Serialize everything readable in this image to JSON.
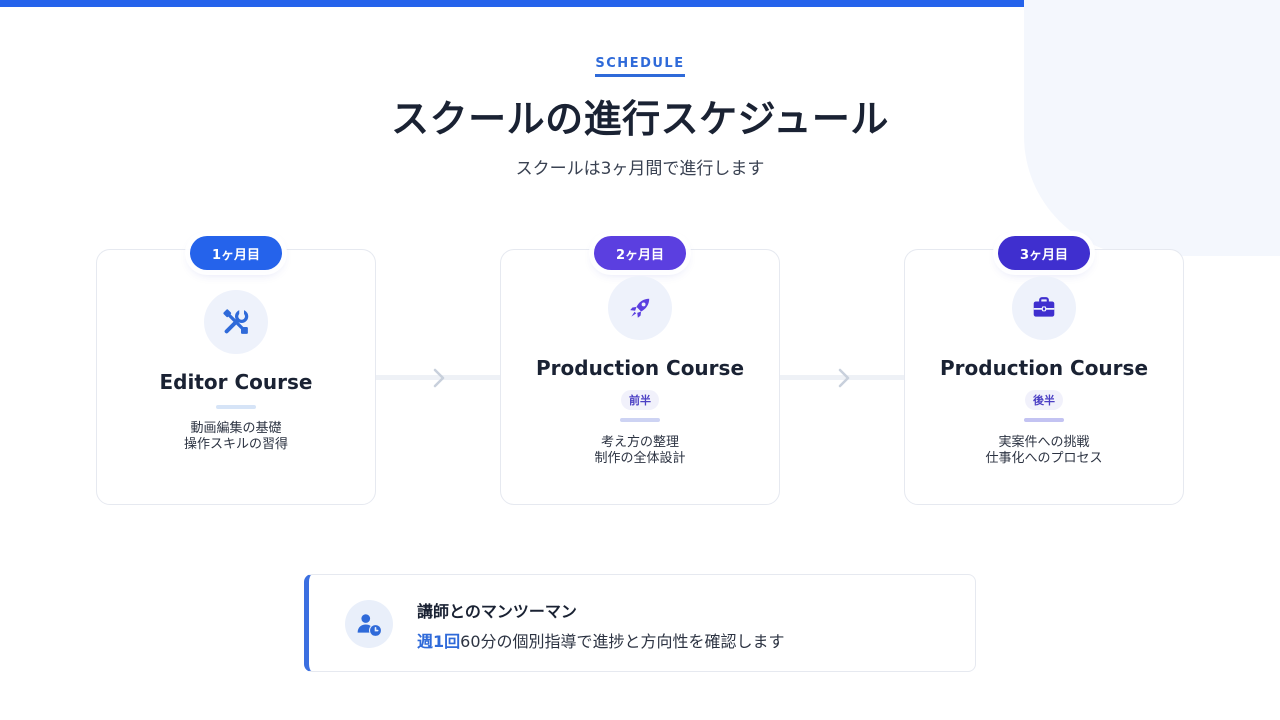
{
  "header": {
    "eyebrow": "SCHEDULE",
    "title": "スクールの進行スケジュール",
    "subtitle": "スクールは3ヶ月間で進行します"
  },
  "steps": [
    {
      "badge": "1ヶ月目",
      "icon": "tools-icon",
      "title": "Editor Course",
      "tag": "",
      "desc_line1": "動画編集の基礎",
      "desc_line2": "操作スキルの習得"
    },
    {
      "badge": "2ヶ月目",
      "icon": "rocket-icon",
      "title": "Production Course",
      "tag": "前半",
      "desc_line1": "考え方の整理",
      "desc_line2": "制作の全体設計"
    },
    {
      "badge": "3ヶ月目",
      "icon": "briefcase-icon",
      "title": "Production Course",
      "tag": "後半",
      "desc_line1": "実案件への挑戦",
      "desc_line2": "仕事化へのプロセス"
    }
  ],
  "mentor": {
    "icon": "user-clock-icon",
    "title": "講師とのマンツーマン",
    "highlight": "週1回",
    "text": "60分の個別指導で進捗と方向性を確認します"
  },
  "colors": {
    "accent": "#2563eb",
    "badge_1": "#2563eb",
    "badge_2": "#5b3fe0",
    "badge_3": "#3f2fcf"
  }
}
